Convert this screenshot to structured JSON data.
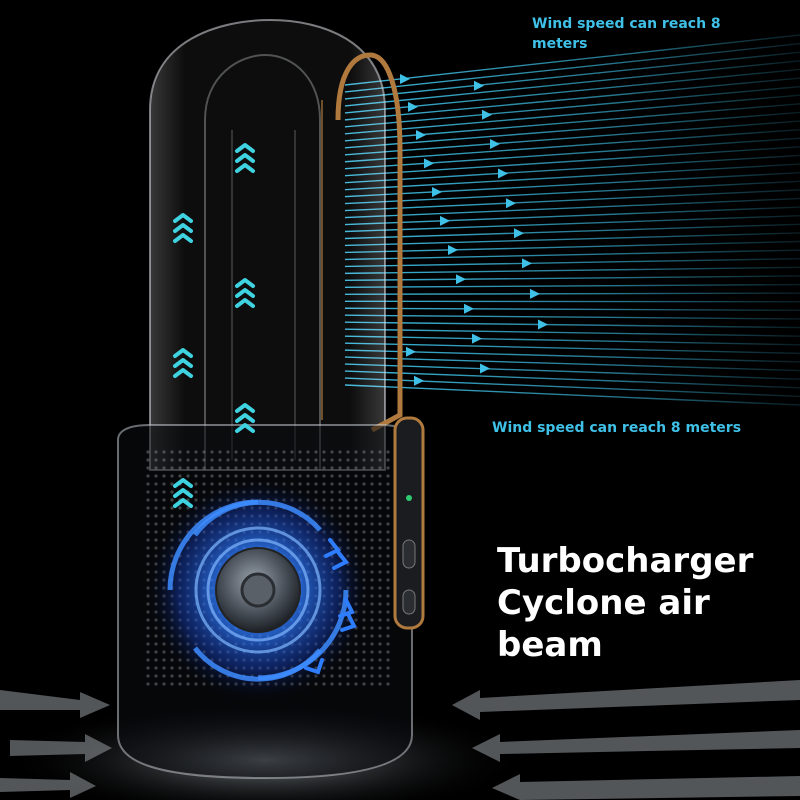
{
  "captions": {
    "top": "Wind speed can reach 8 meters",
    "bottom": "Wind speed can reach 8 meters"
  },
  "headline": {
    "line1": "Turbocharger",
    "line2": "Cyclone air",
    "line3": "beam"
  },
  "colors": {
    "background": "#000000",
    "airflow": "#3fc0e6",
    "accent_gold": "#b07a3e",
    "fan_glow": "#2a6cff",
    "headline": "#ffffff"
  },
  "icons": [
    "upward-chevron-arrows-icon",
    "airflow-arrowhead-icon",
    "intake-arrow-icon"
  ]
}
